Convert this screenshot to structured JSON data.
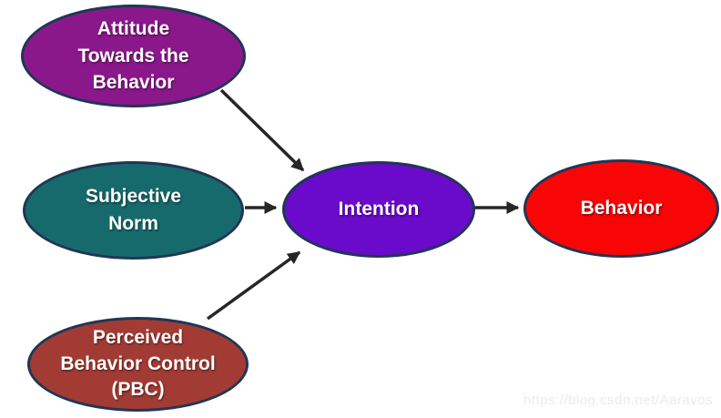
{
  "diagram": {
    "type": "flowchart",
    "nodes": {
      "attitude": {
        "label": "Attitude Towards the Behavior",
        "lines": [
          "Attitude",
          "Towards the",
          "Behavior"
        ],
        "fill": "#8B188B"
      },
      "subjective_norm": {
        "label": "Subjective Norm",
        "lines": [
          "Subjective",
          "Norm"
        ],
        "fill": "#176A6C"
      },
      "pbc": {
        "label": "Perceived Behavior Control (PBC)",
        "lines": [
          "Perceived",
          "Behavior Control",
          "(PBC)"
        ],
        "fill": "#A23B34"
      },
      "intention": {
        "label": "Intention",
        "lines": [
          "Intention"
        ],
        "fill": "#6A0ACB"
      },
      "behavior": {
        "label": "Behavior",
        "lines": [
          "Behavior"
        ],
        "fill": "#FA0505"
      }
    },
    "edges": [
      {
        "from": "attitude",
        "to": "intention"
      },
      {
        "from": "subjective_norm",
        "to": "intention"
      },
      {
        "from": "pbc",
        "to": "intention"
      },
      {
        "from": "intention",
        "to": "behavior"
      }
    ],
    "colors": {
      "node_border": "#203655",
      "arrow": "#262626",
      "text": "#FFFFFF"
    }
  },
  "watermark": {
    "text": "https://blog.csdn.net/Aaravos",
    "color": "#EBEBEB"
  }
}
